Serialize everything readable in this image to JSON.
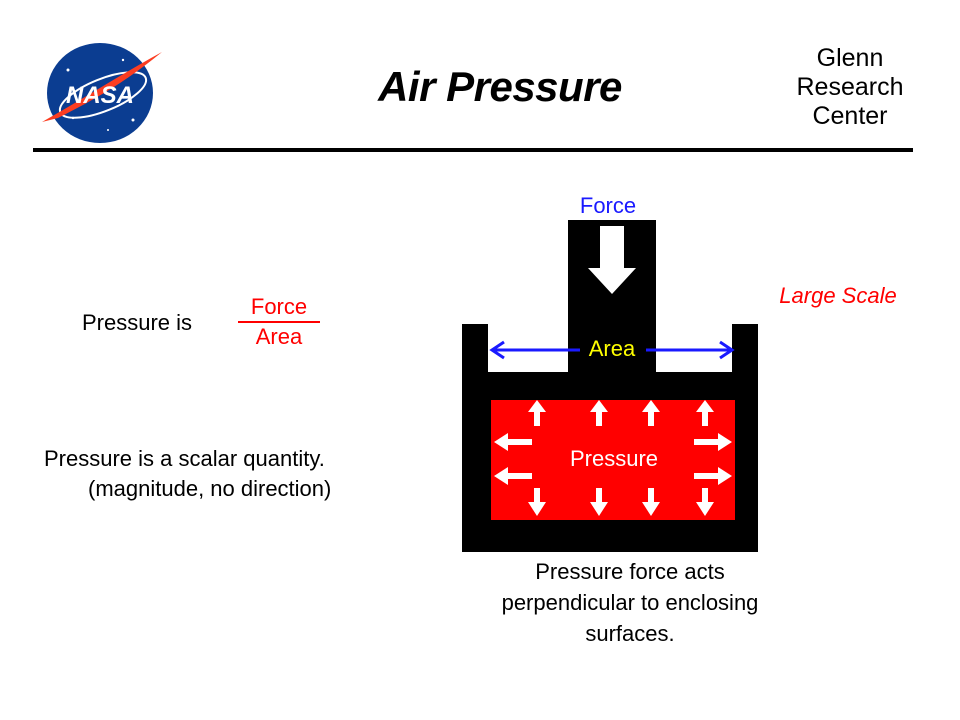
{
  "header": {
    "logo_text": "NASA",
    "title": "Air Pressure",
    "org_lines": [
      "Glenn",
      "Research",
      "Center"
    ]
  },
  "definition": {
    "prefix": "Pressure is",
    "numerator": "Force",
    "denominator": "Area"
  },
  "scalar_note": {
    "line1": "Pressure is a scalar quantity.",
    "line2": "(magnitude, no direction)"
  },
  "diagram": {
    "force_label": "Force",
    "scale_label": "Large Scale",
    "area_label": "Area",
    "pressure_label": "Pressure",
    "caption_lines": [
      "Pressure force acts",
      "perpendicular to enclosing",
      "surfaces."
    ]
  },
  "colors": {
    "force_blue": "#1a1aff",
    "scale_red": "#ff0000",
    "area_yellow": "#ffff00",
    "pressure_red": "#ff0000",
    "container_black": "#000000",
    "logo_blue": "#0b3d91",
    "logo_red": "#fc3d21"
  }
}
